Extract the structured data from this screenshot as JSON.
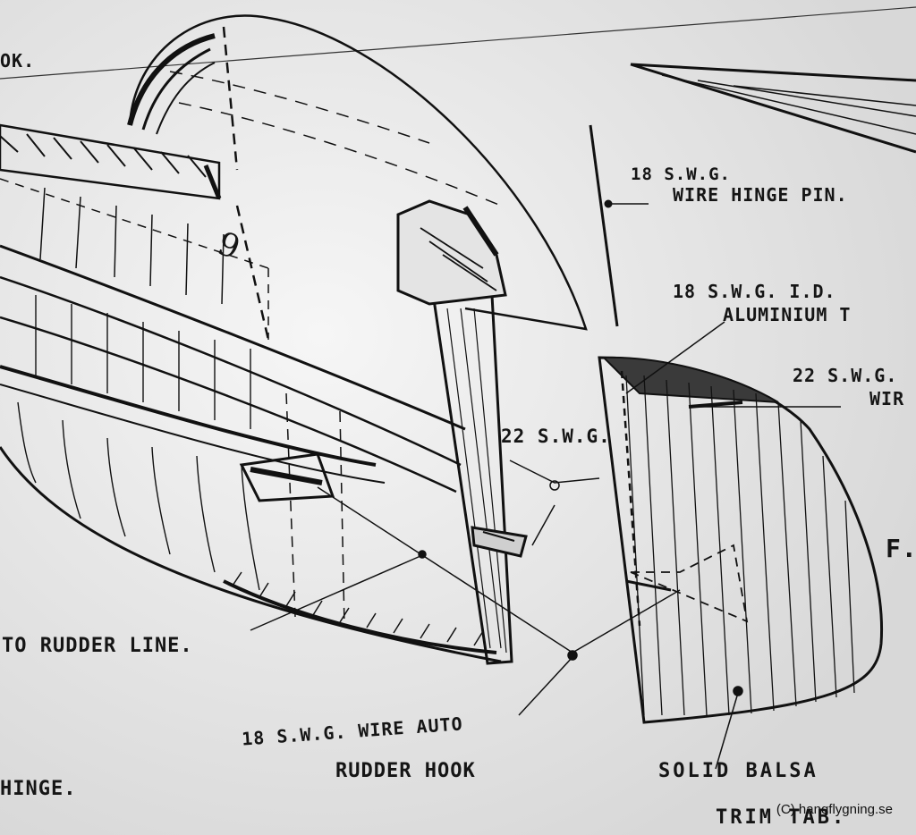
{
  "labels": {
    "top_left_fragment": "OK.",
    "wire_hinge_pin_line1": "18 S.W.G.",
    "wire_hinge_pin_line2": "WIRE HINGE PIN.",
    "aluminium_line1": "18 S.W.G. I.D.",
    "aluminium_line2": "ALUMINIUM T",
    "wire_22_right_line1": "22 S.W.G.",
    "wire_22_right_line2": "WIR",
    "wire_22_center": "22 S.W.G.",
    "right_edge_fragment": "F.",
    "to_rudder_line": "TO RUDDER LINE.",
    "auto_hook_line1": "18 S.W.G. WIRE AUTO",
    "auto_hook_line2": "RUDDER HOOK",
    "hinge_fragment": "HINGE.",
    "trim_tab_line1": "SOLID BALSA",
    "trim_tab_line2": "TRIM TAB.",
    "part_number": "9"
  },
  "credit": "(C) hangflygning.se",
  "colors": {
    "paper": "#e9e9e9",
    "ink": "#151515"
  }
}
